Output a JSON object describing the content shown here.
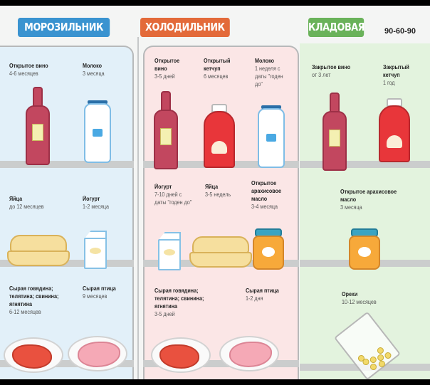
{
  "headers": {
    "freezer": "МОРОЗИЛЬНИК",
    "fridge": "ХОЛОДИЛЬНИК",
    "pantry": "КЛАДОВАЯ",
    "brand": "90-60-90"
  },
  "colors": {
    "freezer": "#3a93d0",
    "fridge": "#e36a3a",
    "pantry": "#6ab25a",
    "freezer_bg": "#e2f0f9",
    "fridge_bg": "#fbe6e6",
    "pantry_bg": "#e3f3de"
  },
  "freezer": {
    "items": [
      {
        "name": "Открытое вино",
        "duration": "4-6 месяцев"
      },
      {
        "name": "Молоко",
        "duration": "3 месяца"
      },
      {
        "name": "Яйца",
        "duration": "до 12 месяцев"
      },
      {
        "name": "Йогурт",
        "duration": "1-2 месяца"
      },
      {
        "name": "Сырая говядина; телятина; свинина; ягнятина",
        "duration": "6-12 месяцев"
      },
      {
        "name": "Сырая птица",
        "duration": "9 месяцев"
      }
    ]
  },
  "fridge": {
    "items": [
      {
        "name": "Открытое вино",
        "duration": "3-5 дней"
      },
      {
        "name": "Открытый кетчуп",
        "duration": "6 месяцев"
      },
      {
        "name": "Молоко",
        "duration": "1 неделя с даты \"годен до\""
      },
      {
        "name": "Йогурт",
        "duration": "7-10 дней с даты \"годен до\""
      },
      {
        "name": "Яйца",
        "duration": "3-5 недель"
      },
      {
        "name": "Открытое арахисовое масло",
        "duration": "3-4 месяца"
      },
      {
        "name": "Сырая говядина; телятина; свинина; ягнятина",
        "duration": "3-5 дней"
      },
      {
        "name": "Сырая птица",
        "duration": "1-2 дня"
      }
    ]
  },
  "pantry": {
    "items": [
      {
        "name": "Закрытое вино",
        "duration": "от 3 лет"
      },
      {
        "name": "Закрытый кетчуп",
        "duration": "1 год"
      },
      {
        "name": "Открытое арахисовое масло",
        "duration": "3 месяца"
      },
      {
        "name": "Орехи",
        "duration": "10-12 месяцев"
      }
    ]
  }
}
